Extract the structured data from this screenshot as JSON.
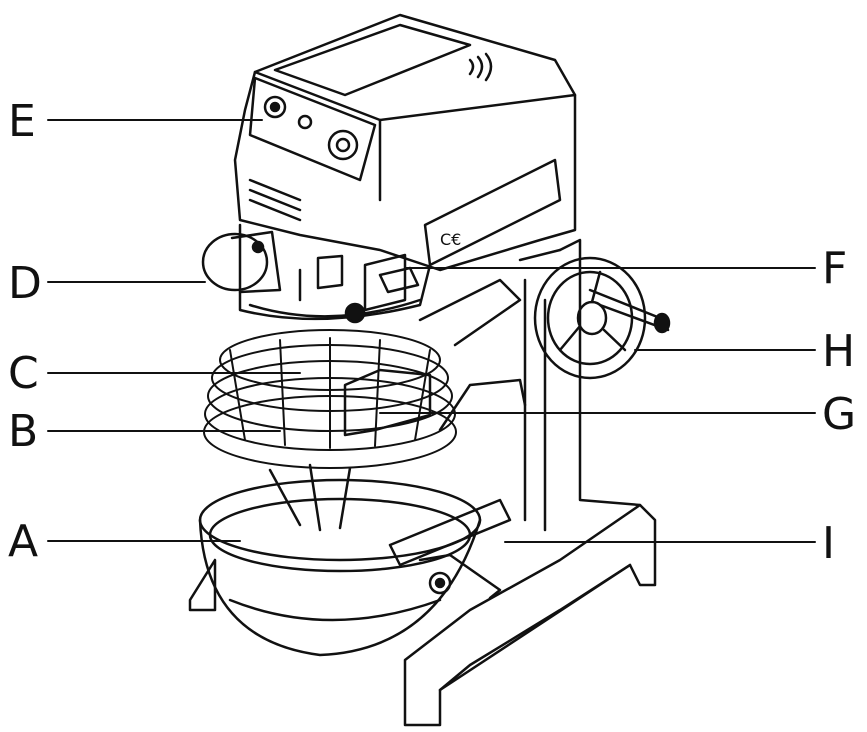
{
  "diagram": {
    "callouts": [
      {
        "id": "A",
        "label": "A"
      },
      {
        "id": "B",
        "label": "B"
      },
      {
        "id": "C",
        "label": "C"
      },
      {
        "id": "D",
        "label": "D"
      },
      {
        "id": "E",
        "label": "E"
      },
      {
        "id": "F",
        "label": "F"
      },
      {
        "id": "G",
        "label": "G"
      },
      {
        "id": "H",
        "label": "H"
      },
      {
        "id": "I",
        "label": "I"
      }
    ],
    "line_color": "#111111",
    "background": "#ffffff"
  }
}
